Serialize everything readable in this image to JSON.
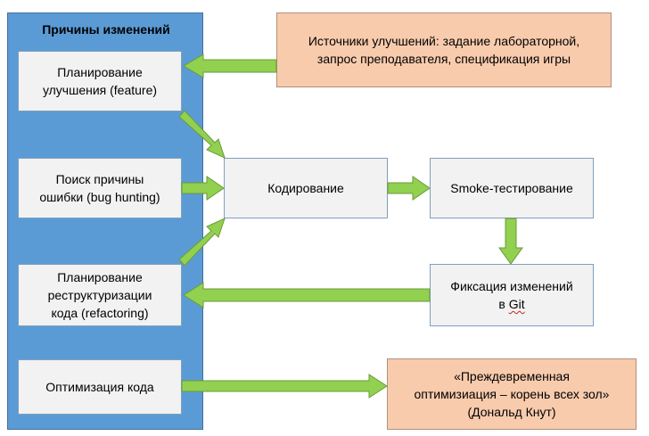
{
  "panel": {
    "title": "Причины изменений"
  },
  "causes": [
    {
      "id": "feature",
      "lines": [
        "Планирование",
        "улучшения (feature)"
      ]
    },
    {
      "id": "bug",
      "lines": [
        "Поиск причины",
        "ошибки (bug hunting)"
      ]
    },
    {
      "id": "refactoring",
      "lines": [
        "Планирование",
        "реструктуризации",
        "кода (refactoring)"
      ]
    },
    {
      "id": "optimization",
      "lines": [
        "Оптимизация кода"
      ]
    }
  ],
  "sources": {
    "lines": [
      "Источники улучшений: задание лабораторной,",
      "запрос преподавателя, спецификация игры"
    ]
  },
  "coding": {
    "label": "Кодирование"
  },
  "smoke": {
    "label": "Smoke-тестирование"
  },
  "commit": {
    "line1": "Фиксация изменений",
    "line2_prefix": "в ",
    "line2_word": "Git"
  },
  "quote": {
    "lines": [
      "«Преждевременная",
      "оптимизиация – корень всех зол»",
      "(Дональд Кнут)"
    ]
  },
  "colors": {
    "panel": "#5b9bd5",
    "box": "#f2f2f2",
    "highlight": "#f8cbad",
    "arrow": "#92d050",
    "arrow_border": "#6a9a3a"
  }
}
